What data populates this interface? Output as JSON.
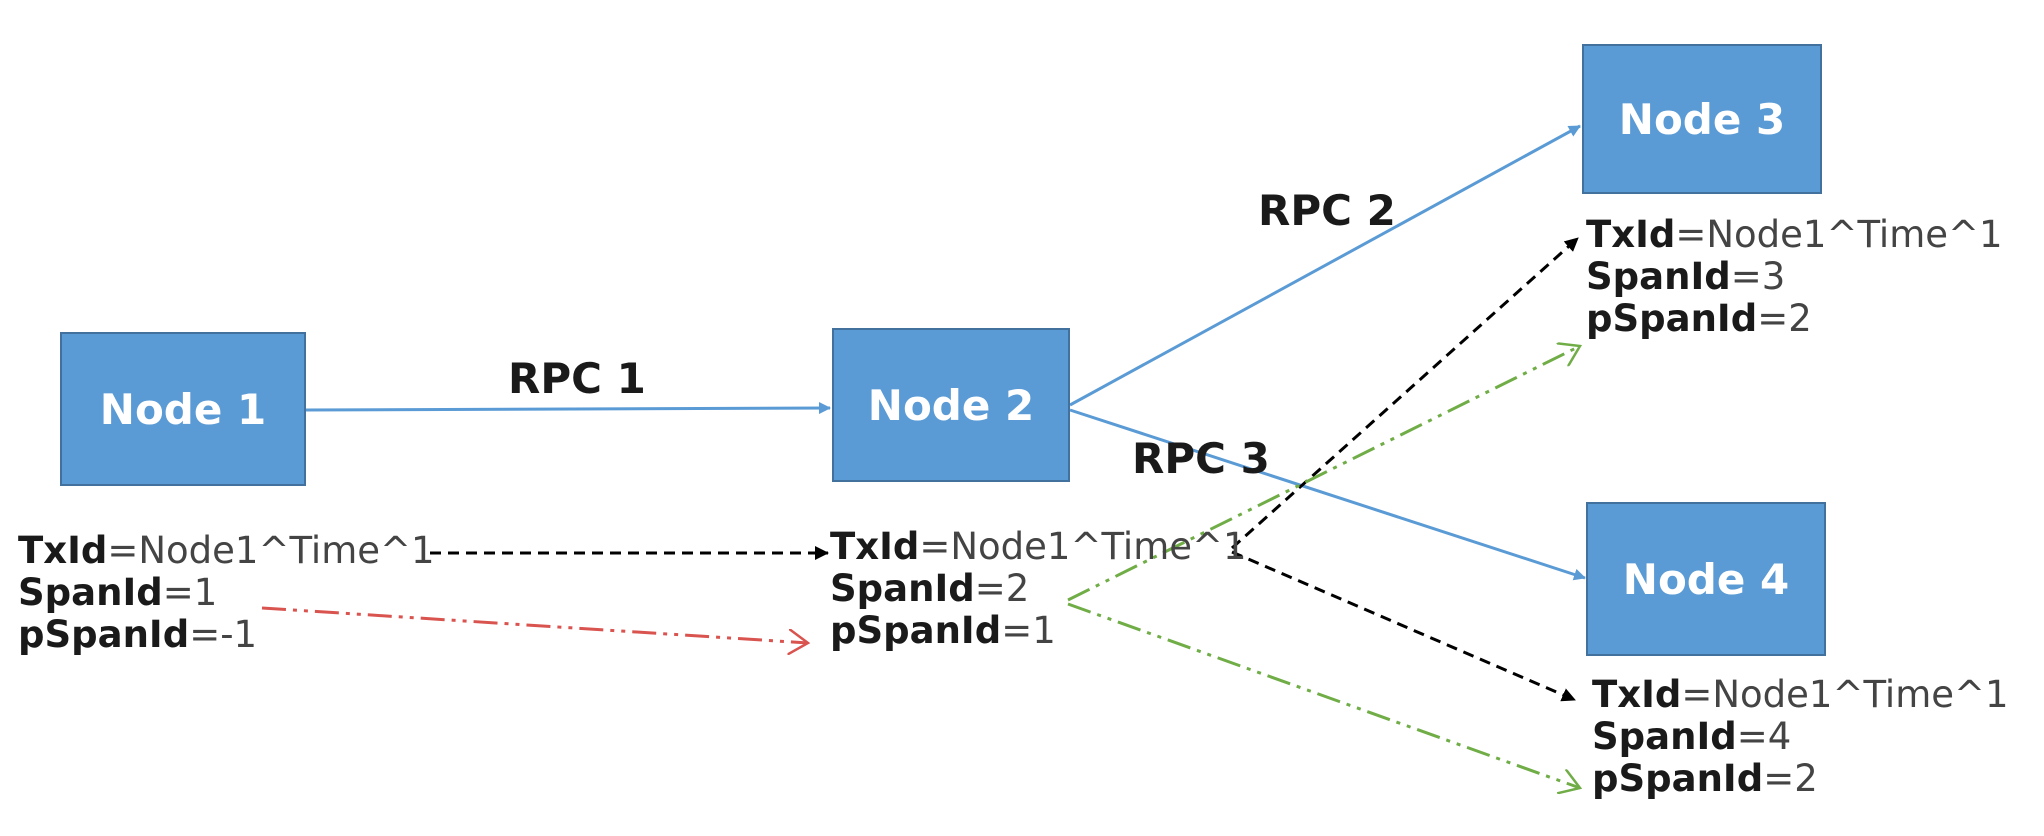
{
  "nodes": [
    {
      "label": "Node 1"
    },
    {
      "label": "Node 2"
    },
    {
      "label": "Node 3"
    },
    {
      "label": "Node 4"
    }
  ],
  "rpcs": [
    {
      "label": "RPC 1"
    },
    {
      "label": "RPC 2"
    },
    {
      "label": "RPC 3"
    }
  ],
  "info": [
    {
      "txid_key": "TxId",
      "txid_val": "=Node1^Time^1",
      "span_key": "SpanId",
      "span_val": "=1",
      "pspan_key": "pSpanId",
      "pspan_val": "=-1"
    },
    {
      "txid_key": "TxId",
      "txid_val": "=Node1^Time^1",
      "span_key": "SpanId",
      "span_val": "=2",
      "pspan_key": "pSpanId",
      "pspan_val": "=1"
    },
    {
      "txid_key": "TxId",
      "txid_val": "=Node1^Time^1",
      "span_key": "SpanId",
      "span_val": "=3",
      "pspan_key": "pSpanId",
      "pspan_val": "=2"
    },
    {
      "txid_key": "TxId",
      "txid_val": "=Node1^Time^1",
      "span_key": "SpanId",
      "span_val": "=4",
      "pspan_key": "pSpanId",
      "pspan_val": "=2"
    }
  ],
  "colors": {
    "node_fill": "#5b9bd5",
    "node_border": "#41719c",
    "rpc_arrow": "#5b9bd5",
    "txid_arrow": "#000000",
    "span_arrow_red": "#d9534f",
    "span_arrow_green": "#70ad47"
  }
}
